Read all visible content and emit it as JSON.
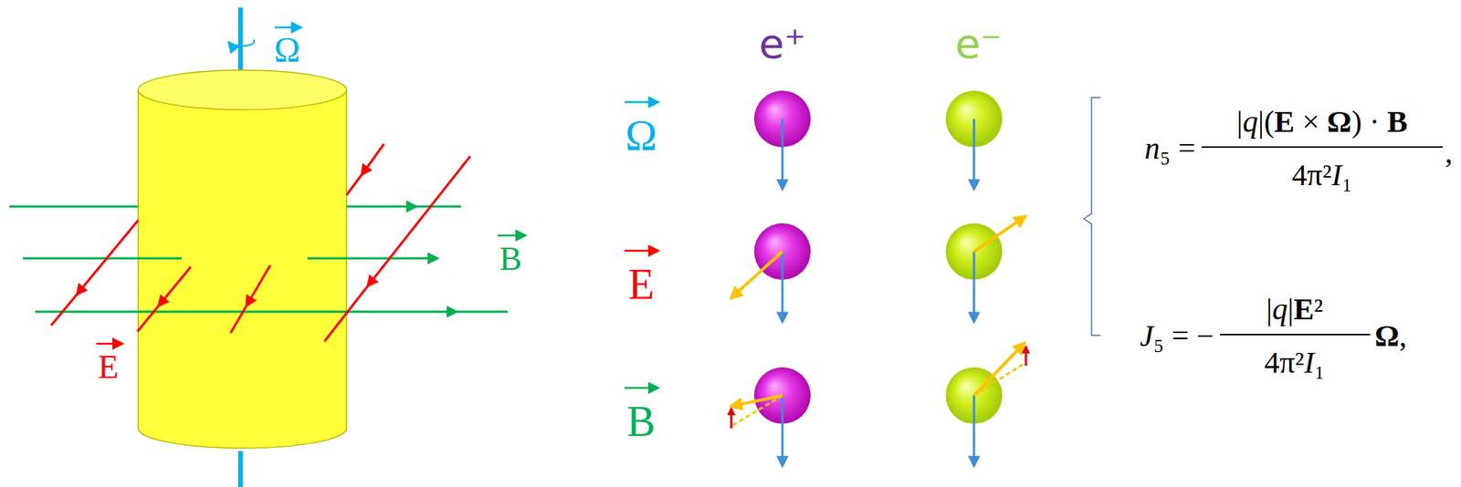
{
  "diagram": {
    "labels": [
      "Ω",
      "E",
      "B",
      "e⁺",
      "e⁻",
      "Ω",
      "E",
      "B",
      "n₅ =",
      "|q|(E × Ω) · B",
      "4π²I₁",
      ",",
      "J₅ = −",
      "|q|E²",
      "4π²I₁",
      "Ω,"
    ]
  }
}
